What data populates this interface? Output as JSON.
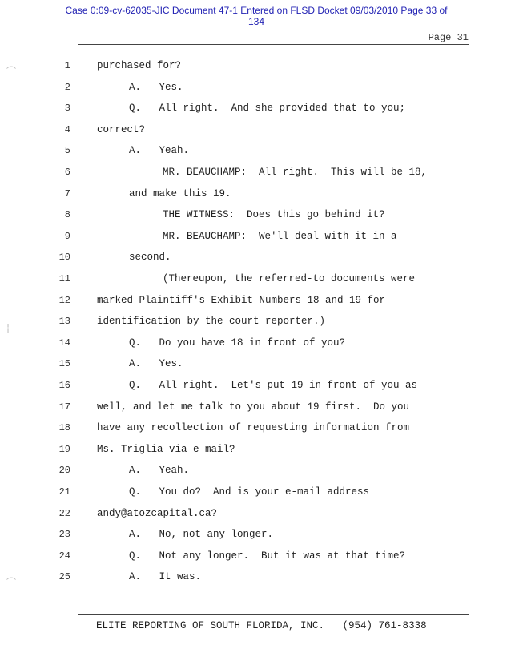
{
  "court_header": {
    "line1": "Case 0:09-cv-62035-JIC   Document 47-1   Entered on FLSD Docket 09/03/2010   Page 33 of",
    "line2": "134"
  },
  "page_label": "Page  31",
  "transcript_lines": [
    {
      "no": "1",
      "indent": 0,
      "text": "purchased for?"
    },
    {
      "no": "2",
      "indent": 1,
      "text": "A.   Yes."
    },
    {
      "no": "3",
      "indent": 1,
      "text": "Q.   All right.  And she provided that to you;"
    },
    {
      "no": "4",
      "indent": 0,
      "text": "correct?"
    },
    {
      "no": "5",
      "indent": 1,
      "text": "A.   Yeah."
    },
    {
      "no": "6",
      "indent": 2,
      "text": "MR. BEAUCHAMP:  All right.  This will be 18,"
    },
    {
      "no": "7",
      "indent": 1,
      "text": "and make this 19."
    },
    {
      "no": "8",
      "indent": 2,
      "text": "THE WITNESS:  Does this go behind it?"
    },
    {
      "no": "9",
      "indent": 2,
      "text": "MR. BEAUCHAMP:  We'll deal with it in a"
    },
    {
      "no": "10",
      "indent": 1,
      "text": "second."
    },
    {
      "no": "11",
      "indent": 2,
      "text": "(Thereupon, the referred-to documents were"
    },
    {
      "no": "12",
      "indent": 0,
      "text": "marked Plaintiff's Exhibit Numbers 18 and 19 for"
    },
    {
      "no": "13",
      "indent": 0,
      "text": "identification by the court reporter.)"
    },
    {
      "no": "14",
      "indent": 1,
      "text": "Q.   Do you have 18 in front of you?"
    },
    {
      "no": "15",
      "indent": 1,
      "text": "A.   Yes."
    },
    {
      "no": "16",
      "indent": 1,
      "text": "Q.   All right.  Let's put 19 in front of you as"
    },
    {
      "no": "17",
      "indent": 0,
      "text": "well, and let me talk to you about 19 first.  Do you"
    },
    {
      "no": "18",
      "indent": 0,
      "text": "have any recollection of requesting information from"
    },
    {
      "no": "19",
      "indent": 0,
      "text": "Ms. Triglia via e-mail?"
    },
    {
      "no": "20",
      "indent": 1,
      "text": "A.   Yeah."
    },
    {
      "no": "21",
      "indent": 1,
      "text": "Q.   You do?  And is your e-mail address"
    },
    {
      "no": "22",
      "indent": 0,
      "text": "andy@atozcapital.ca?"
    },
    {
      "no": "23",
      "indent": 1,
      "text": "A.   No, not any longer."
    },
    {
      "no": "24",
      "indent": 1,
      "text": "Q.   Not any longer.  But it was at that time?"
    },
    {
      "no": "25",
      "indent": 1,
      "text": "A.   It was."
    }
  ],
  "footer": "ELITE REPORTING OF SOUTH FLORIDA, INC.   (954) 761-8338",
  "colors": {
    "header_text": "#2323b4",
    "body_text": "#222222",
    "border": "#444444"
  }
}
